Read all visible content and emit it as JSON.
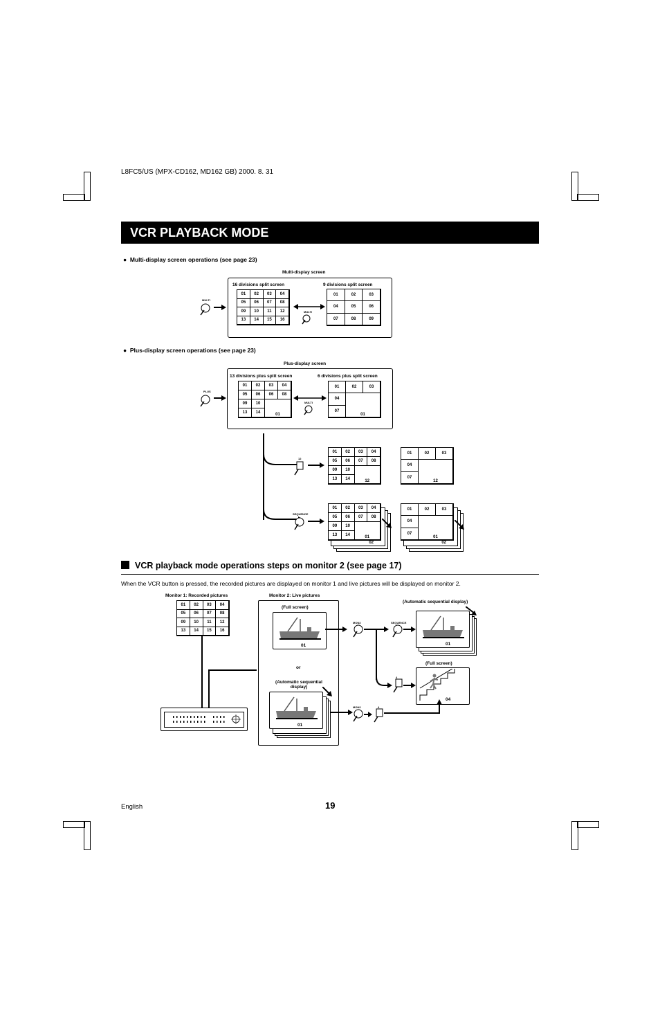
{
  "header": {
    "meta": "L8FC5/US (MPX-CD162, MD162 GB) 2000. 8. 31"
  },
  "page_title": "VCR PLAYBACK MODE",
  "multi": {
    "bullet": "Multi-display screen operations (see page 23)",
    "box_title": "Multi-display screen",
    "left_title": "16 divisions split screen",
    "right_title": "9 divisions split screen",
    "button_label": "MULTI",
    "cells16": [
      "01",
      "02",
      "03",
      "04",
      "05",
      "06",
      "07",
      "08",
      "09",
      "10",
      "11",
      "12",
      "13",
      "14",
      "15",
      "16"
    ],
    "cells9": [
      "01",
      "02",
      "03",
      "04",
      "05",
      "06",
      "07",
      "08",
      "09"
    ]
  },
  "plus": {
    "bullet": "Plus-display screen operations (see page 23)",
    "box_title": "Plus-display screen",
    "left_title": "13 divisions plus split screen",
    "right_title": "6 divisions plus split screen",
    "button_label": "PLUS",
    "multi_label": "MULTI",
    "cells13": [
      "01",
      "02",
      "03",
      "04",
      "05",
      "06",
      "06",
      "08",
      "09",
      "10",
      "13",
      "14"
    ],
    "cells13_big": "01",
    "cells6": [
      "01",
      "02",
      "03",
      "04",
      "07"
    ],
    "cells6_big": "01",
    "btn12_label": "12",
    "seq_label": "SEQUENCE",
    "grid_a": [
      "01",
      "02",
      "03",
      "04",
      "05",
      "06",
      "07",
      "08",
      "09",
      "10",
      "13",
      "14"
    ],
    "grid_a_big": "12",
    "grid_b": [
      "01",
      "02",
      "03",
      "04",
      "07"
    ],
    "grid_b_big": "12",
    "grid_c": [
      "01",
      "02",
      "03",
      "04",
      "05",
      "06",
      "07",
      "08",
      "09",
      "10",
      "13",
      "14"
    ],
    "grid_c_big": "01",
    "grid_c_back": "02",
    "grid_d": [
      "01",
      "02",
      "03",
      "04",
      "07"
    ],
    "grid_d_big": "01",
    "grid_d_back": "02"
  },
  "monitor2": {
    "heading": "VCR playback mode operations steps on monitor 2 (see page 17)",
    "paragraph": "When the VCR button is pressed, the recorded pictures are displayed on monitor 1 and live pictures will be displayed on monitor 2.",
    "mon1_label": "Monitor 1: Recorded pictures",
    "mon2_label": "Monitor 2: Live pictures",
    "full_screen": "(Full screen)",
    "auto_seq_top": "(Automatic sequential display)",
    "auto_seq_mid_1": "(Automatic sequential",
    "auto_seq_mid_2": "display)",
    "full_screen_right": "(Full screen)",
    "or": "or",
    "mon2_btn": "MON2",
    "seq_btn": "SEQUENCE",
    "num4_btn": "4",
    "cam01": "01",
    "cam04": "04",
    "cells16": [
      "01",
      "02",
      "03",
      "04",
      "05",
      "06",
      "07",
      "08",
      "09",
      "10",
      "11",
      "12",
      "13",
      "14",
      "15",
      "16"
    ]
  },
  "footer": {
    "language": "English",
    "page": "19"
  }
}
